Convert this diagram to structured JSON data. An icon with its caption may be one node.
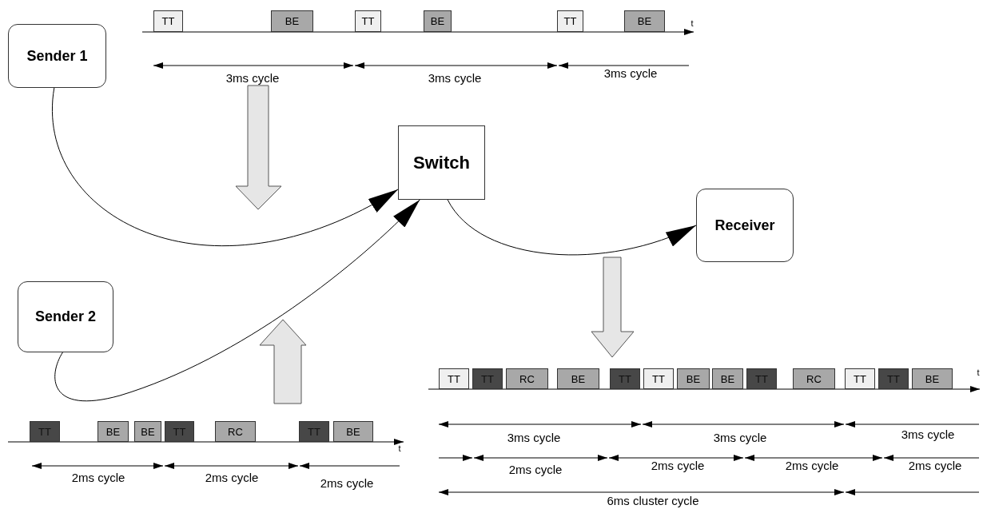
{
  "diagram": {
    "nodes": [
      {
        "text": [
          "Sender 1"
        ]
      },
      {
        "text": [
          "Switch"
        ]
      },
      {
        "text": [
          "Receiver"
        ]
      },
      {
        "text": [
          "Sender 2"
        ]
      },
      {
        "text": [
          "TT"
        ]
      },
      {
        "text": [
          "BE"
        ]
      },
      {
        "text": [
          "TT"
        ]
      },
      {
        "text": [
          "BE"
        ]
      },
      {
        "text": [
          "TT"
        ]
      },
      {
        "text": [
          "BE"
        ]
      },
      {
        "text": [
          "TT"
        ]
      },
      {
        "text": [
          "BE"
        ]
      },
      {
        "text": [
          "BE"
        ]
      },
      {
        "text": [
          "TT"
        ]
      },
      {
        "text": [
          "RC"
        ]
      },
      {
        "text": [
          "TT"
        ]
      },
      {
        "text": [
          "BE"
        ]
      },
      {
        "text": [
          "TT"
        ]
      },
      {
        "text": [
          "TT"
        ]
      },
      {
        "text": [
          "RC"
        ]
      },
      {
        "text": [
          "BE"
        ]
      },
      {
        "text": [
          "TT"
        ]
      },
      {
        "text": [
          "TT"
        ]
      },
      {
        "text": [
          "BE"
        ]
      },
      {
        "text": [
          "BE"
        ]
      },
      {
        "text": [
          "TT"
        ]
      },
      {
        "text": [
          "RC"
        ]
      },
      {
        "text": [
          "TT"
        ]
      },
      {
        "text": [
          "TT"
        ]
      },
      {
        "text": [
          "BE"
        ]
      }
    ],
    "edges": [
      {
        "from": 0,
        "to": 1,
        "arrow": "to"
      },
      {
        "from": 3,
        "to": 1,
        "arrow": "to"
      },
      {
        "from": 1,
        "to": 2,
        "arrow": "to"
      }
    ],
    "labels": [
      "t",
      "3ms cycle",
      "3ms cycle",
      "3ms cycle",
      "t",
      "2ms cycle",
      "2ms cycle",
      "2ms cycle",
      "t",
      "3ms cycle",
      "3ms cycle",
      "3ms cycle",
      "2ms cycle",
      "2ms cycle",
      "2ms cycle",
      "2ms cycle",
      "6ms cluster cycle"
    ]
  }
}
